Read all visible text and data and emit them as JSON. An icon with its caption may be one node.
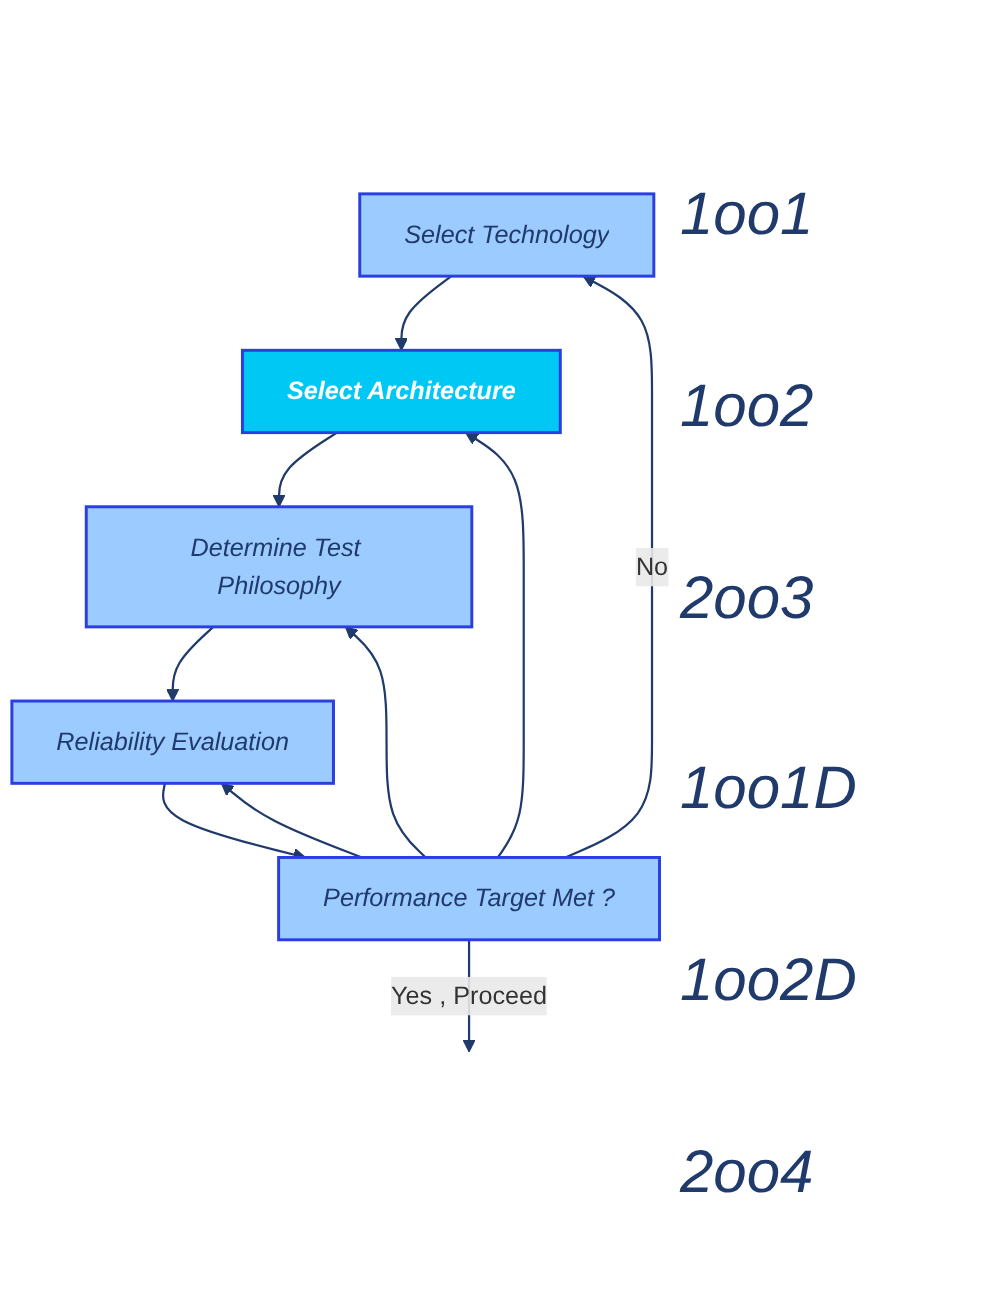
{
  "diagram": {
    "nodes": [
      {
        "text": [
          "Select Technology"
        ]
      },
      {
        "text": [
          "Select Architecture"
        ]
      },
      {
        "text": [
          "Determine Test Philosophy"
        ]
      },
      {
        "text": [
          "Reliability Evaluation"
        ]
      },
      {
        "text": [
          "Performance Target Met ?"
        ]
      }
    ],
    "edges": [
      {
        "from": 0,
        "to": 1,
        "arrow": "to"
      },
      {
        "from": 1,
        "to": 2,
        "arrow": "to"
      },
      {
        "from": 2,
        "to": 3,
        "arrow": "to"
      },
      {
        "from": 3,
        "to": 4,
        "arrow": "to"
      },
      {
        "from": 4,
        "to": 0,
        "arrow": "to",
        "label": "No"
      },
      {
        "from": 4,
        "to": 1,
        "arrow": "to"
      },
      {
        "from": 4,
        "to": 2,
        "arrow": "to"
      },
      {
        "from": 4,
        "to": 3,
        "arrow": "to"
      },
      {
        "from": 4,
        "to": null,
        "arrow": "to",
        "label": "Yes , Proceed"
      }
    ],
    "labels": [
      "1oo1",
      "1oo2",
      "2oo3",
      "1oo1D",
      "1oo2D",
      "2oo4"
    ]
  }
}
